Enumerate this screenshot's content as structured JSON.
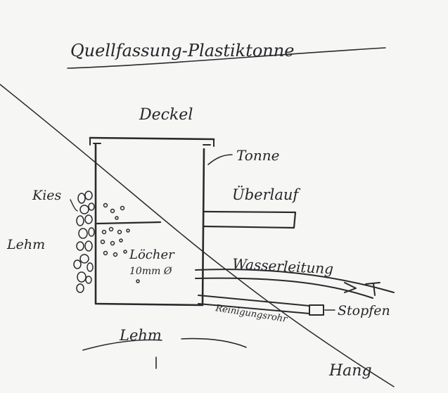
{
  "title": "Quellfassung-Plastiktonne",
  "labels": {
    "deckel": "Deckel",
    "tonne": "Tonne",
    "ueberlauf": "Überlauf",
    "kies": "Kies",
    "lehm_left": "Lehm",
    "loecher": "Löcher",
    "loecher_size": "10mm Ø",
    "wasserleitung": "Wasserleitung",
    "stopfen": "Stopfen",
    "reinigungsrohr": "Reinigungsrohr",
    "lehm_bottom": "Lehm",
    "hang": "Hang"
  }
}
